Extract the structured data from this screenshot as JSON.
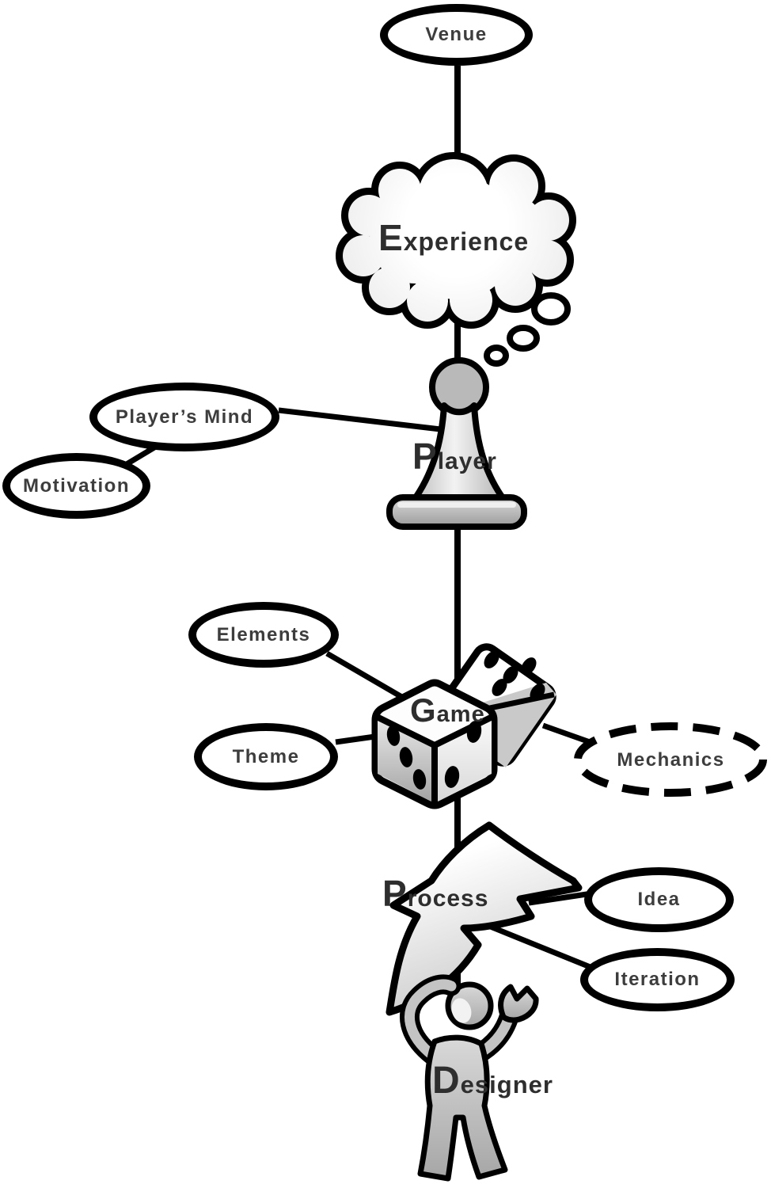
{
  "diagram": {
    "kind": "concept-map",
    "background": "#ffffff",
    "outline_color": "#000000",
    "node_fill": "#ffffff",
    "node_label_color": "#3d3d3d",
    "title_label_color": "#2e2e2e",
    "art_gray_light": "#e9e9e9",
    "art_gray_mid": "#b9b9b9",
    "art_gray_dark": "#a0a0a0"
  },
  "nodes": {
    "venue": {
      "label": "Venue"
    },
    "players_mind": {
      "label": "Player’s Mind"
    },
    "motivation": {
      "label": "Motivation"
    },
    "elements": {
      "label": "Elements"
    },
    "theme": {
      "label": "Theme"
    },
    "mechanics": {
      "label": "Mechanics",
      "border_style": "dashed"
    },
    "idea": {
      "label": "Idea"
    },
    "iteration": {
      "label": "Iteration"
    }
  },
  "concepts": {
    "experience": {
      "initial": "E",
      "rest": "xperience",
      "icon": "thought-cloud"
    },
    "player": {
      "initial": "P",
      "rest": "layer",
      "icon": "chess-pawn"
    },
    "game": {
      "initial": "G",
      "rest": "ame",
      "icon": "dice"
    },
    "process": {
      "initial": "P",
      "rest": "rocess",
      "icon": "lightning-bolt"
    },
    "designer": {
      "initial": "D",
      "rest": "esigner",
      "icon": "person-figure"
    }
  },
  "edges": [
    "Venue — Experience",
    "Experience — Player",
    "Player — Player’s Mind",
    "Player’s Mind — Motivation",
    "Player — Game",
    "Game — Elements",
    "Game — Theme",
    "Game — Mechanics",
    "Game — Process",
    "Process — Idea",
    "Process — Iteration",
    "Process — Designer"
  ]
}
